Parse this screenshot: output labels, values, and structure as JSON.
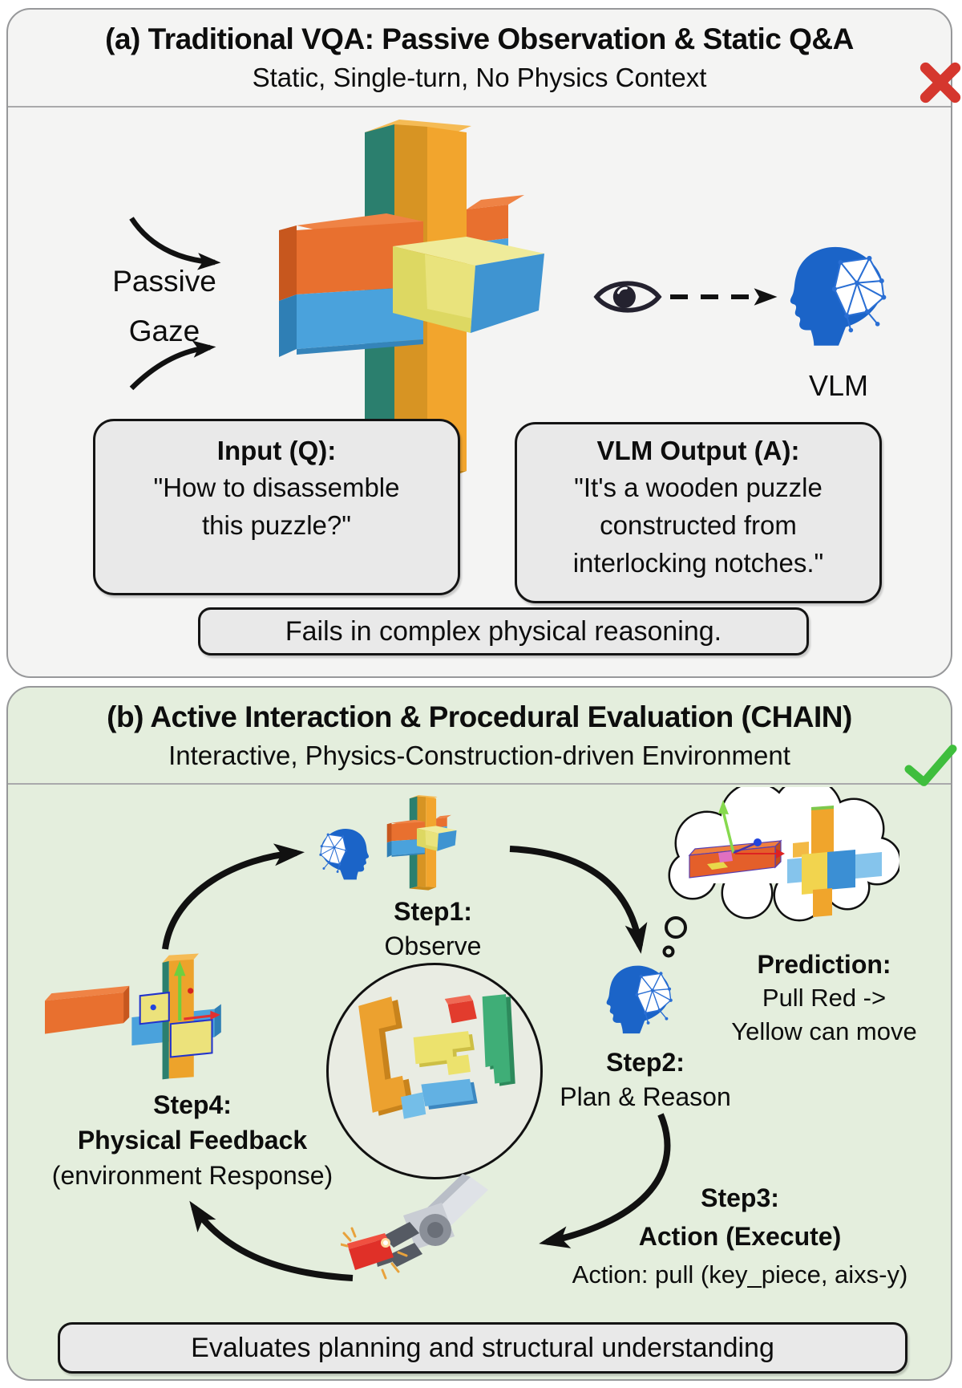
{
  "panel_a": {
    "title": "(a) Traditional VQA: Passive Observation & Static Q&A",
    "subtitle": "Static, Single-turn, No Physics Context",
    "status_icon": "red-x",
    "gaze": {
      "line1": "Passive",
      "line2": "Gaze"
    },
    "vlm_label": "VLM",
    "input_box": {
      "title": "Input (Q):",
      "lines": [
        "\"How to disassemble",
        "this puzzle?\""
      ]
    },
    "output_box": {
      "title": "VLM Output (A):",
      "lines": [
        "\"It's a wooden puzzle",
        "constructed from",
        "interlocking notches.\""
      ]
    },
    "fail_note": "Fails in complex physical reasoning."
  },
  "panel_b": {
    "title": "(b) Active Interaction & Procedural Evaluation (CHAIN)",
    "subtitle": "Interactive, Physics-Construction-driven Environment",
    "status_icon": "green-check",
    "step1": {
      "label": "Step1:",
      "desc": "Observe"
    },
    "step2": {
      "label": "Step2:",
      "desc": "Plan & Reason"
    },
    "step3": {
      "label": "Step3:",
      "desc": "Action (Execute)",
      "action": "Action: pull (key_piece, aixs-y)"
    },
    "step4": {
      "label": "Step4:",
      "desc": "Physical Feedback",
      "note": "(environment Response)"
    },
    "prediction": {
      "title": "Prediction:",
      "lines": [
        "Pull Red ->",
        "Yellow can move"
      ]
    },
    "eval_note": "Evaluates planning and structural understanding"
  },
  "icons": [
    "red-x-icon",
    "green-check-icon",
    "eye-icon",
    "vlm-head-icon",
    "robot-gripper-icon",
    "thought-cloud"
  ],
  "colors": {
    "panel_a_bg": "#f4f4f3",
    "panel_b_bg": "#e4eedd",
    "note_bg": "#e9e9e9",
    "red_x": "#d5372e",
    "green_check": "#3fbe3d",
    "vlm_blue": "#1b64c8",
    "arrow_black": "#111111",
    "puzzle_teal": "#2b7f6e",
    "puzzle_amber": "#f2a52d",
    "puzzle_orange": "#e8702f",
    "puzzle_blue": "#4aa2dc",
    "puzzle_yellow": "#ddd862"
  }
}
